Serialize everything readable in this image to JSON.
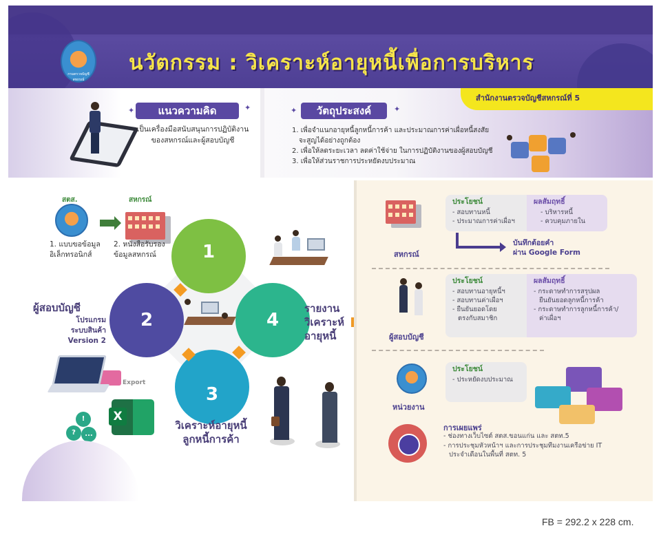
{
  "header": {
    "title": "นวัตกรรม : วิเคราะห์อายุหนี้เพื่อการบริหาร",
    "logo_alt": "กรมตรวจบัญชีสหกรณ์"
  },
  "concept": {
    "heading": "แนวความคิด",
    "lines": [
      "เป็นเครื่องมือสนับสนุนการปฏิบัติงาน",
      "ของสหกรณ์และผู้สอบบัญชี"
    ]
  },
  "objectives": {
    "heading": "วัตถุประสงค์",
    "items": [
      "1. เพื่อจำแนกอายุหนี้ลูกหนี้การค้า และประมาณการค่าเผื่อหนี้สงสัย",
      "จะสูญได้อย่างถูกต้อง",
      "2. เพื่อให้ลดระยะเวลา ลดค่าใช้จ่าย ในการปฏิบัติงานของผู้สอบบัญชี",
      "3. เพื่อให้ส่วนราชการประหยัดงบประมาณ"
    ]
  },
  "office_tag": "สำนักงานตรวจบัญชีสหกรณ์ที่ 5",
  "flow": {
    "source_label": "สตส.",
    "coop_label": "สหกรณ์",
    "step1_doc": [
      "1. แบบขอข้อมูล",
      "อิเล็กทรอนิกส์"
    ],
    "step1_cert": [
      "2. หนังสือรับรอง",
      "ข้อมูลสหกรณ์"
    ],
    "steps": [
      {
        "num": "1",
        "color": "#7ec043"
      },
      {
        "num": "2",
        "color": "#4f4ba1"
      },
      {
        "num": "3",
        "color": "#22a4c9"
      },
      {
        "num": "4",
        "color": "#2cb58d"
      }
    ],
    "auditor_title": "ผู้สอบบัญชี",
    "auditor_sub": [
      "โปรแกรม",
      "ระบบสินค้า",
      "Version 2"
    ],
    "export_label": "Export",
    "excel_letter": "X",
    "chat_glyphs": [
      "!",
      "?",
      "..."
    ],
    "analyze_label": [
      "วิเคราะห์อายุหนี้",
      "ลูกหนี้การค้า"
    ],
    "report_label": [
      "รายงาน",
      "วิเคราะห์",
      "อายุหนี้"
    ]
  },
  "right_panel": {
    "coop": {
      "label": "สหกรณ์",
      "benefit_heading": "ประโยชน์",
      "benefits": [
        "- สอบทานหนี้",
        "- ประมาณการค่าเผื่อฯ"
      ],
      "result_heading": "ผลสัมฤทธิ์",
      "results": [
        "- บริหารหนี้",
        "- ควบคุมภายใน"
      ],
      "google_form": [
        "บันทึกต้อยคำ",
        "ผ่าน Google Form"
      ]
    },
    "auditor": {
      "label": "ผู้สอบบัญชี",
      "benefit_heading": "ประโยชน์",
      "benefits": [
        "- สอบทานอายุหนี้ฯ",
        "- สอบทานค่าเผื่อฯ",
        "- ยืนยันยอดโดย",
        "  ตรงกับสมาชิก"
      ],
      "result_heading": "ผลสัมฤทธิ์",
      "results": [
        "- กระดาษทำการสรุปผล",
        "  ยืนยันยอดลูกหนี้การค้า",
        "- กระดาษทำการลูกหนี้การค้า/",
        "  ค่าเผื่อฯ"
      ]
    },
    "agency": {
      "label": "หน่วยงาน",
      "benefit_heading": "ประโยชน์",
      "benefits": [
        "- ประหยัดงบประมาณ"
      ]
    },
    "publication": {
      "heading": "การเผยแพร่",
      "items": [
        "- ช่องทางเว็บไซต์ สตส.ขอนแก่น และ สตท.5",
        "- การประชุมหัวหน้าฯ และการประชุมทีมงานเครือข่าย IT",
        "  ประจำเดือนในพื้นที่ สตท. 5"
      ]
    }
  },
  "footer": "FB = 292.2 x 228 cm.",
  "colors": {
    "header_bg": "#4e3f94",
    "title_yellow": "#f5e44a",
    "tag_yellow": "#f4e61e",
    "pill_purple": "#5a48a2",
    "arrow_orange": "#f49b23",
    "benefit_green": "#3d8a3a",
    "result_purple": "#6b4ea8",
    "panel_cream": "#fbf4e7"
  }
}
